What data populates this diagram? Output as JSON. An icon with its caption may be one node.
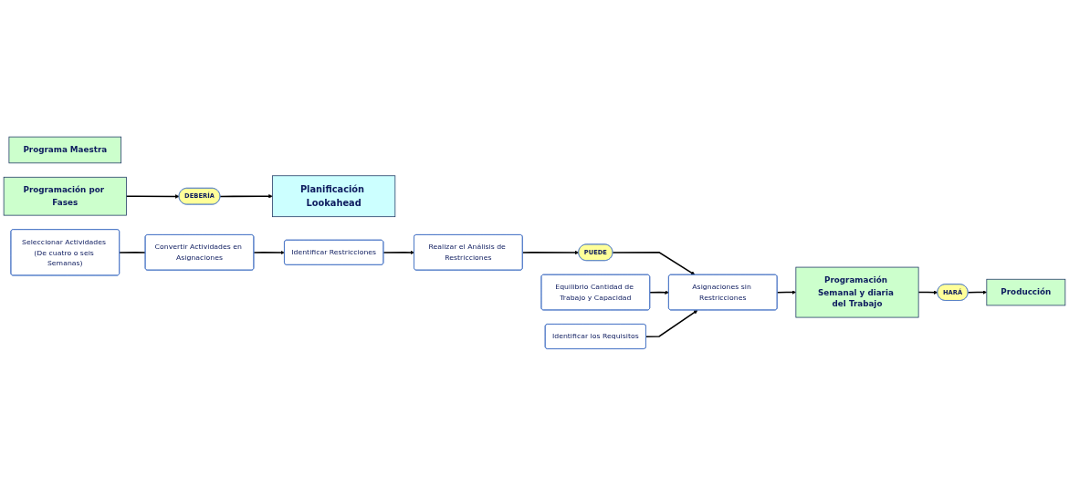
{
  "diagram": {
    "nodes": [
      {
        "text": [
          "Programa Maestra"
        ]
      },
      {
        "text": [
          "Programación por Fases"
        ]
      },
      {
        "text": [
          "DEBERÍA"
        ]
      },
      {
        "text": [
          "Planificación Lookahead"
        ]
      },
      {
        "text": [
          "Seleccionar Actividades (De cuatro o seis Semanas)"
        ]
      },
      {
        "text": [
          "Convertir Actividades en Asignaciones"
        ]
      },
      {
        "text": [
          "PUEDE"
        ]
      },
      {
        "text": [
          "Realizar el Análisis de Restricciones"
        ]
      },
      {
        "text": [
          "Identificar Restricciones"
        ]
      },
      {
        "text": [
          "Equilibrio Cantidad de Trabajo y Capacidad"
        ]
      },
      {
        "text": [
          "Asignaciones sin Restricciones"
        ]
      },
      {
        "text": [
          "Identificar los Requisitos"
        ]
      },
      {
        "text": [
          "Producción"
        ]
      },
      {
        "text": [
          "HARÁ"
        ]
      },
      {
        "text": [
          "Programación Semanal y diaria del Trabajo"
        ]
      }
    ],
    "edges": [
      {
        "from": 1,
        "to": 2,
        "arrow": "to"
      },
      {
        "from": 2,
        "to": 3,
        "arrow": "to"
      },
      {
        "from": 4,
        "to": 5,
        "arrow": "none"
      },
      {
        "from": 5,
        "to": 8,
        "arrow": "to"
      },
      {
        "from": 8,
        "to": 7,
        "arrow": "to"
      },
      {
        "from": 7,
        "to": 6,
        "arrow": "to"
      },
      {
        "from": 6,
        "to": 10,
        "arrow": "to"
      },
      {
        "from": 9,
        "to": 10,
        "arrow": "to"
      },
      {
        "from": 11,
        "to": 10,
        "arrow": "to"
      },
      {
        "from": 10,
        "to": 14,
        "arrow": "to"
      },
      {
        "from": 14,
        "to": 13,
        "arrow": "to"
      },
      {
        "from": 13,
        "to": 12,
        "arrow": "to"
      }
    ]
  }
}
